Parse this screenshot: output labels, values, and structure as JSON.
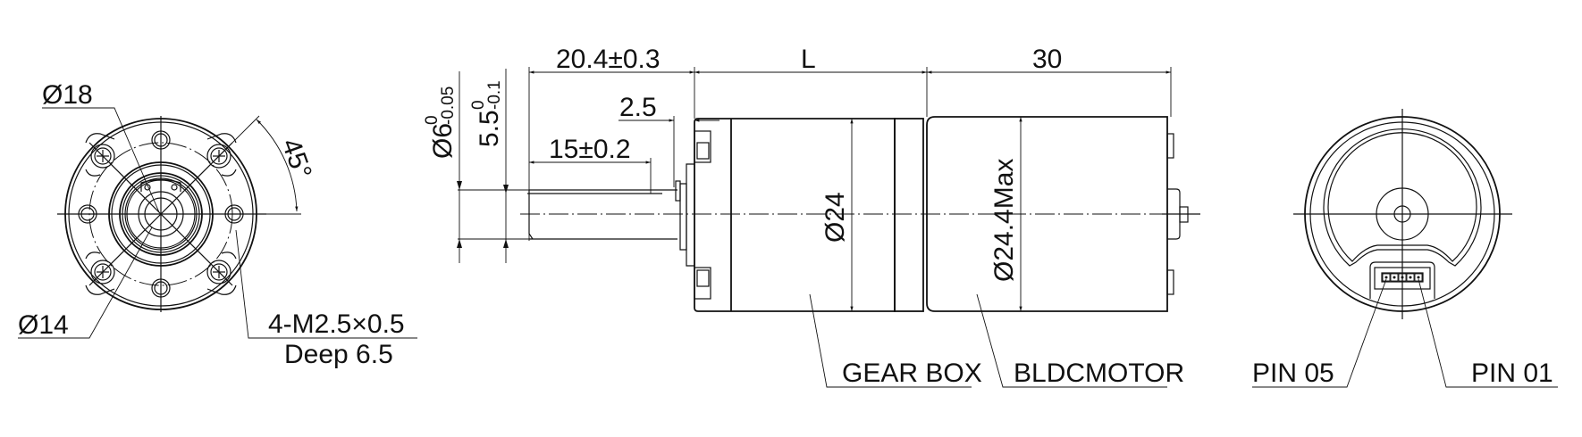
{
  "drawing": {
    "type": "mechanical-outline",
    "subject": "BLDC gear motor"
  },
  "front_view": {
    "labels": {
      "d18": "Ø18",
      "d14": "Ø14",
      "angle": "45°",
      "thread": "4-M2.5×0.5",
      "depth": "Deep 6.5"
    }
  },
  "side_view": {
    "dims": {
      "shaft_length_total": "20.4±0.3",
      "gearbox_length": "L",
      "motor_length": "30",
      "shoulder": "2.5",
      "flat_length": "15±0.2",
      "shaft_diameter": "Ø6",
      "shaft_diameter_tol_upper": "0",
      "shaft_diameter_tol_lower": "-0.05",
      "flat_width": "5.5",
      "flat_width_tol_upper": "0",
      "flat_width_tol_lower": "-0.1",
      "gearbox_diameter": "Ø24",
      "motor_diameter": "Ø24.4Max"
    },
    "callouts": {
      "gearbox": "GEAR BOX",
      "motor": "BLDCMOTOR"
    }
  },
  "rear_view": {
    "callouts": {
      "pin_left": "PIN 05",
      "pin_right": "PIN 01"
    },
    "connector_pins": 5
  }
}
